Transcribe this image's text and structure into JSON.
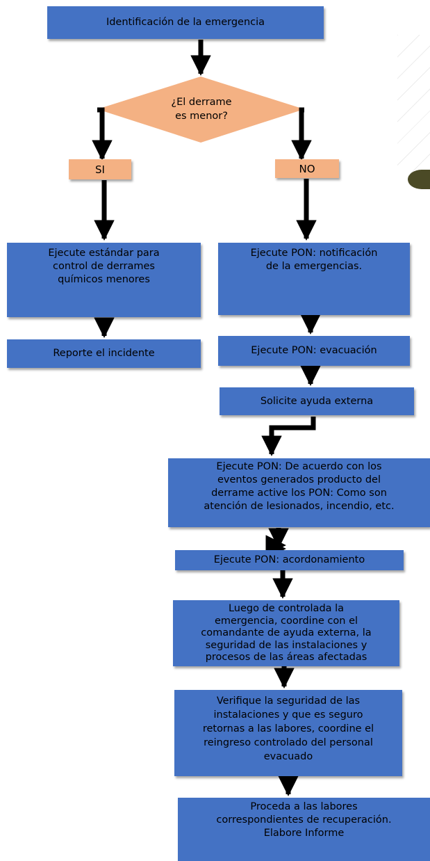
{
  "flowchart": {
    "start": "Identificación de la emergencia",
    "decision": "¿El derrame\nes menor?",
    "yes_label": "SI",
    "no_label": "NO",
    "yes_branch": {
      "step1": "Ejecute estándar para\ncontrol de derrames\nquímicos menores",
      "step2": "Reporte el incidente"
    },
    "no_branch": {
      "step1": "Ejecute PON: notificación\nde la emergencias.",
      "step2": "Ejecute PON: evacuación",
      "step3": "Solicite ayuda externa",
      "step4": "Ejecute PON: De acuerdo con los\neventos generados producto del\nderrame active los PON: Como son\natención de lesionados, incendio, etc.",
      "step5": "Ejecute PON: acordonamiento",
      "step6": "Luego de controlada la\nemergencia, coordine con el\ncomandante de ayuda externa, la\nseguridad de las instalaciones y\nprocesos de las áreas afectadas",
      "step7": "Verifique la seguridad de las\ninstalaciones y que es seguro\nretornas a las labores, coordine el\nreingreso controlado del personal\nevacuado",
      "step8": "Proceda a las labores\ncorrespondientes de recuperación.\nElabore Informe"
    }
  },
  "colors": {
    "process": "#4472c4",
    "decision": "#f4b183",
    "connector": "#000000"
  }
}
